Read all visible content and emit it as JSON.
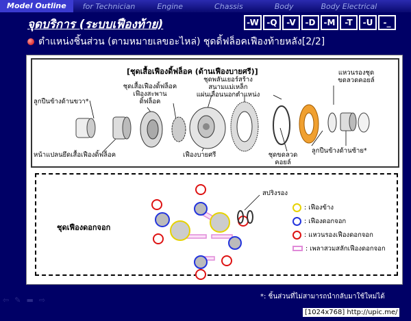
{
  "nav": {
    "tabs": [
      {
        "label": "Model Outline",
        "active": true
      },
      {
        "label": "for Technician",
        "active": false
      },
      {
        "label": "Engine",
        "active": false
      },
      {
        "label": "Chassis",
        "active": false
      },
      {
        "label": "Body",
        "active": false
      },
      {
        "label": "Body Electrical",
        "active": false
      }
    ]
  },
  "header": {
    "section_title": "จุดบริการ (ระบบเฟืองท้าย)",
    "codes": [
      "-W",
      "-Q",
      "-V",
      "-D",
      "-M",
      "-T",
      "-U",
      "-_"
    ],
    "subtitle": "ตำแหน่งชิ้นส่วน (ตามหมายเลขอะไหล่) ชุดดิ้ฟล็อคเฟืองท้ายหลัง[2/2]"
  },
  "diagram": {
    "top_title": "[ชุดเสื้อเฟืองดิ้ฟล็อค (ด้านเฟืองบายศรี)]",
    "labels": {
      "bearing_right": "ลูกปืนข้างด้านขวา*",
      "case_flange": "หน้าแปลนยึดเสื้อเฟืองดิ้ฟล็อค",
      "diff_case_l1": "ชุดเสื้อเฟืองดิ้ฟล็อค",
      "diff_case_l2": "เฟืองสะพาน",
      "diff_case_l3": "ดิ้ฟล็อค",
      "magnet_l1": "ชุดพลันเยอร์สร้าง",
      "magnet_l2": "สนามแม่เหล็ก",
      "magnet_l3": "แผ่นเลื่อนนอกตำแหน่ง",
      "ring_gear": "เฟืองบายศรี",
      "coil_l1": "ชุดขดลวด",
      "coil_l2": "คอยล์",
      "coil_washer_l1": "แหวนรองชุด",
      "coil_washer_l2": "ขดลวดคอยล์",
      "bearing_left": "ลูกปืนข้างด้านซ้าย*"
    },
    "bottom_title": "ชุดเฟืองดอกจอก",
    "spring_label": "สปริงรอง",
    "legend": [
      {
        "shape": "circle",
        "color": "#e6d200",
        "label": ": เฟืองข้าง"
      },
      {
        "shape": "circle",
        "color": "#2233dd",
        "label": ": เฟืองดอกจอก"
      },
      {
        "shape": "circle",
        "color": "#dd1111",
        "label": ": แหวนรองเฟืองดอกจอก"
      },
      {
        "shape": "rect",
        "color": "#e08ad8",
        "label": ": เพลาสวมสลักเฟืองดอกจอก"
      }
    ]
  },
  "footnote": "*: ชิ้นส่วนที่ไม่สามารถนำกลับมาใช้ใหม่ได้",
  "credit": "[1024x768] http://upic.me/"
}
